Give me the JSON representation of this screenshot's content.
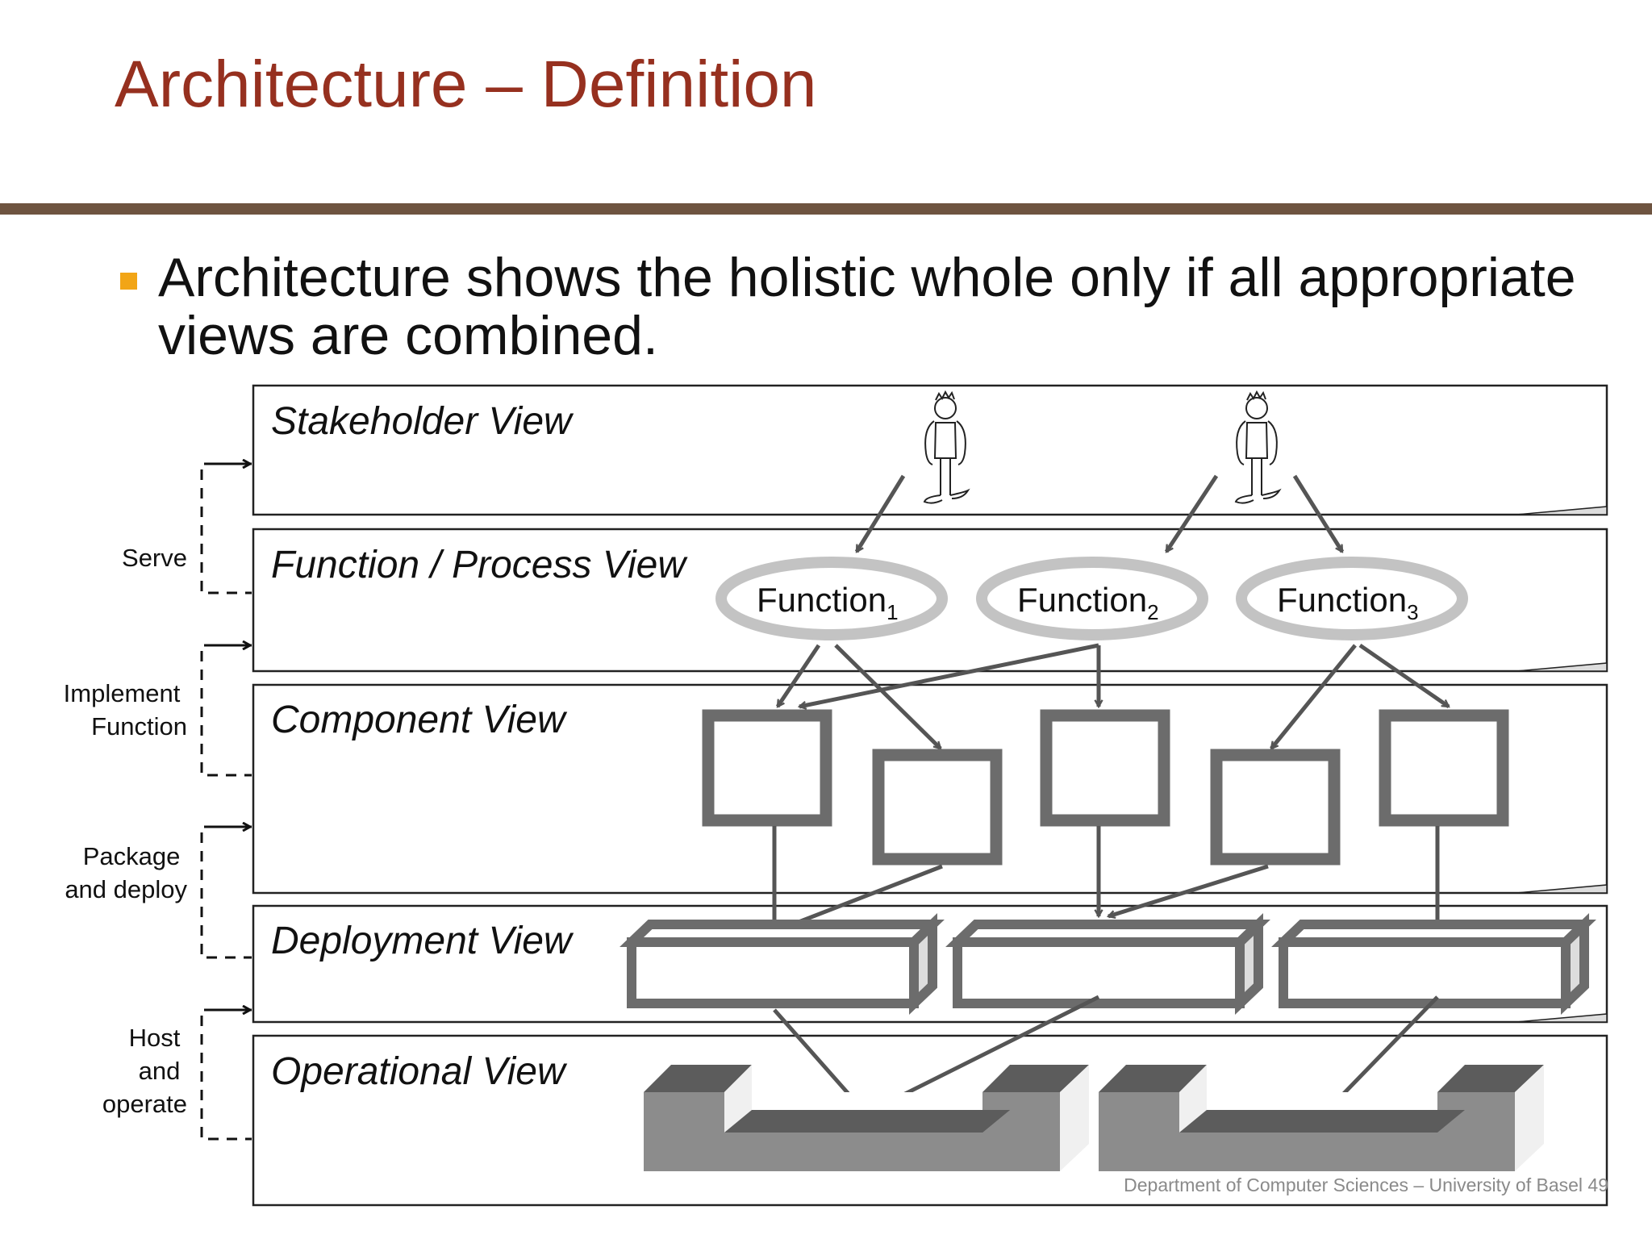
{
  "slide": {
    "title": "Architecture – Definition",
    "bullet": "Architecture shows the holistic whole only if all appropriate views are combined.",
    "footer": "Department of Computer Sciences – University of Basel 49",
    "colors": {
      "title": "#96301f",
      "rule": "#6e5440",
      "bullet": "#f2a516"
    }
  },
  "diagram": {
    "views": [
      "Stakeholder View",
      "Function / Process View",
      "Component View",
      "Deployment View",
      "Operational View"
    ],
    "side_labels": [
      {
        "lines": [
          "Serve"
        ]
      },
      {
        "lines": [
          "Implement",
          "Function"
        ]
      },
      {
        "lines": [
          "Package",
          "and deploy"
        ]
      },
      {
        "lines": [
          "Host",
          "and",
          "operate"
        ]
      }
    ],
    "functions": [
      {
        "name": "Function",
        "sub": "1"
      },
      {
        "name": "Function",
        "sub": "2"
      },
      {
        "name": "Function",
        "sub": "3"
      }
    ],
    "icons": [
      "stakeholder-person-icon",
      "stakeholder-person-icon"
    ]
  }
}
